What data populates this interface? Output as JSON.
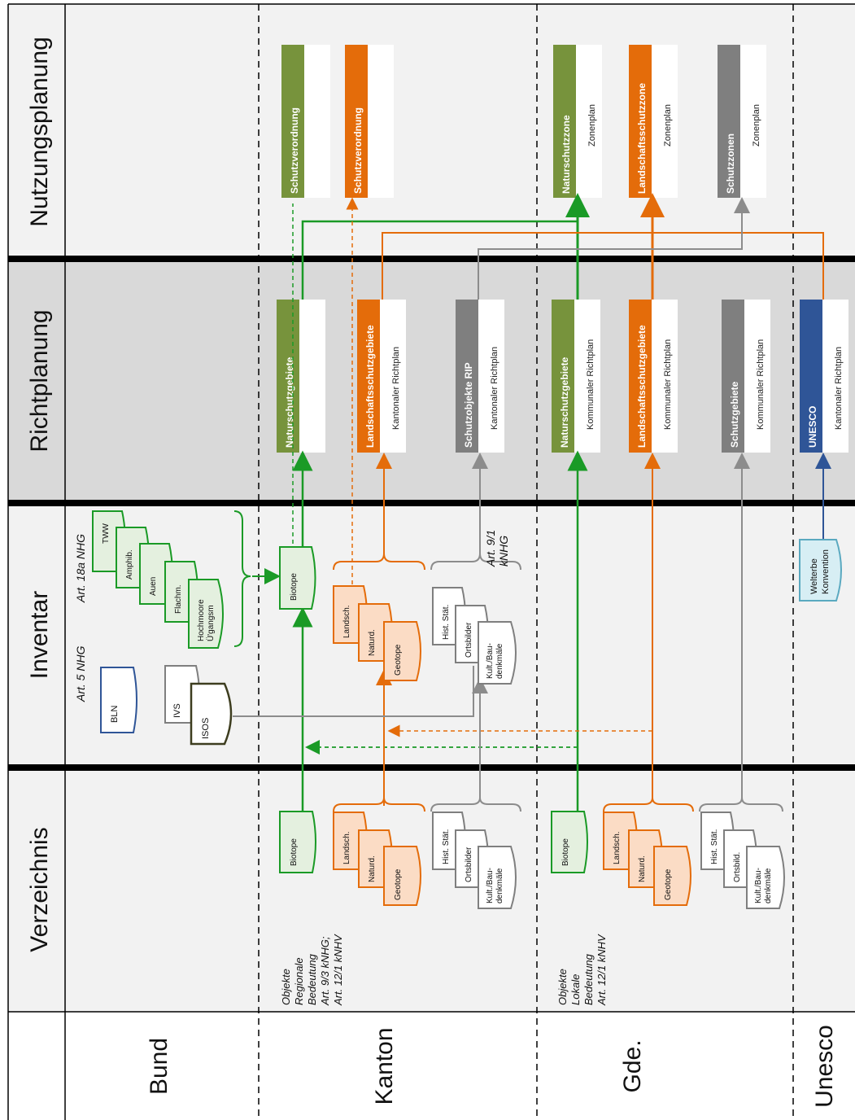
{
  "columns": {
    "bund": "Bund",
    "kanton": "Kanton",
    "gde": "Gde.",
    "unesco": "Unesco"
  },
  "rows": {
    "verzeichnis": "Verzeichnis",
    "inventar": "Inventar",
    "richtplanung": "Richtplanung",
    "nutzungsplanung": "Nutzungsplanung"
  },
  "nutzungsplanung": {
    "kanton_green": "Schutzverordnung",
    "kanton_orange": "Schutzverordnung",
    "gde_green": "Naturschutzzone",
    "gde_green_sub": "Zonenplan",
    "gde_orange": "Landschaftsschutzzone",
    "gde_orange_sub": "Zonenplan",
    "gde_gray": "Schutzzonen",
    "gde_gray_sub": "Zonenplan"
  },
  "richtplanung": {
    "kanton_green": "Naturschutzgebiete",
    "kanton_orange": "Landschaftsschutzgebiete",
    "kanton_orange_sub": "Kantonaler Richtplan",
    "kanton_gray": "Schutzobjekte RIP",
    "kanton_gray_sub": "Kantonaler Richtplan",
    "gde_green": "Naturschutzgebiete",
    "gde_green_sub": "Kommunaler Richtplan",
    "gde_orange": "Landschaftsschutzgebiete",
    "gde_orange_sub": "Kommunaler Richtplan",
    "gde_gray": "Schutzgebiete",
    "gde_gray_sub": "Kommunaler Richtplan",
    "unesco": "UNESCO",
    "unesco_sub": "Kantonaler Richtplan"
  },
  "inventar": {
    "art5": "Art. 5 NHG",
    "art18a": "Art. 18a NHG",
    "art91_l1": "Art. 9/1",
    "art91_l2": "kNHG",
    "bln": "BLN",
    "ivs": "IVS",
    "isos": "ISOS",
    "tww": "TWW",
    "amphib": "Amphib.",
    "auen": "Auen",
    "flachm": "Flachm.",
    "hochmoore_l1": "Hochmoore",
    "hochmoore_l2": "Ü'gangsm",
    "biotope": "Biotope",
    "landsch": "Landsch.",
    "naturd": "Naturd.",
    "geotope": "Geotope",
    "hist": "Hist. Stät.",
    "ortsbilder": "Ortsbilder",
    "kult_l1": "Kult./Bau-",
    "kult_l2": "denkmäle",
    "welterbe_l1": "Welterbe",
    "welterbe_l2": "Konvention"
  },
  "verzeichnis": {
    "kanton_text": [
      "Objekte",
      "Regionale",
      "Bedeutung",
      "Art. 9/3 kNHG;",
      "Art. 12/1 kNHV"
    ],
    "gde_text": [
      "Objekte",
      "Lokale",
      "Bedeutung",
      "Art. 12/1 kNHV"
    ],
    "biotope": "Biotope",
    "landsch": "Landsch.",
    "naturd": "Naturd.",
    "geotope": "Geotope",
    "hist": "Hist. Stät.",
    "ortsbilder": "Ortsbilder",
    "ortsbild": "Ortsbild.",
    "kult_l1": "Kult./Bau-",
    "kult_l2": "denkmäle",
    "gde_biotope": "Biotope",
    "gde_landsch": "Landsch.",
    "gde_naturd": "Naturd.",
    "gde_geotope": "Geotope",
    "gde_hist": "Hist. Stät."
  },
  "colors": {
    "green": "#77933c",
    "green_line": "#1a9a26",
    "orange": "#e46c0a",
    "orange_light": "#fbdcc5",
    "gray": "#7f7f7f",
    "blue": "#2f5597",
    "blue_light": "#d7eef4",
    "green_light": "#e4f0df",
    "band_light": "#f2f2f2",
    "band_mid": "#d9d9d9"
  }
}
